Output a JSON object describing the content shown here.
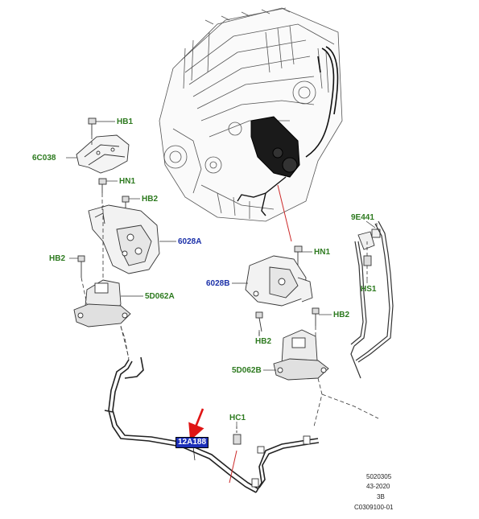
{
  "labels": {
    "hb1": "HB1",
    "c6038": "6C038",
    "hn1_left": "HN1",
    "hb2_left_top": "HB2",
    "a6028": "6028A",
    "hb2_left_mid": "HB2",
    "d5062a": "5D062A",
    "b6028": "6028B",
    "hn1_right": "HN1",
    "hb2_right_a": "HB2",
    "hb2_right_b": "HB2",
    "d5062b": "5D062B",
    "e9441": "9E441",
    "hs1": "HS1",
    "hc1": "HC1",
    "a12188": "12A188"
  },
  "footer": {
    "line1": "5020305",
    "line2": "43-2020",
    "line3": "3B",
    "line4": "C0309100-01"
  },
  "colors": {
    "green_label": "#2d7a1f",
    "blue_label": "#1a2fa8",
    "highlight_bg": "#1c2fb8",
    "arrow": "#e01515"
  }
}
